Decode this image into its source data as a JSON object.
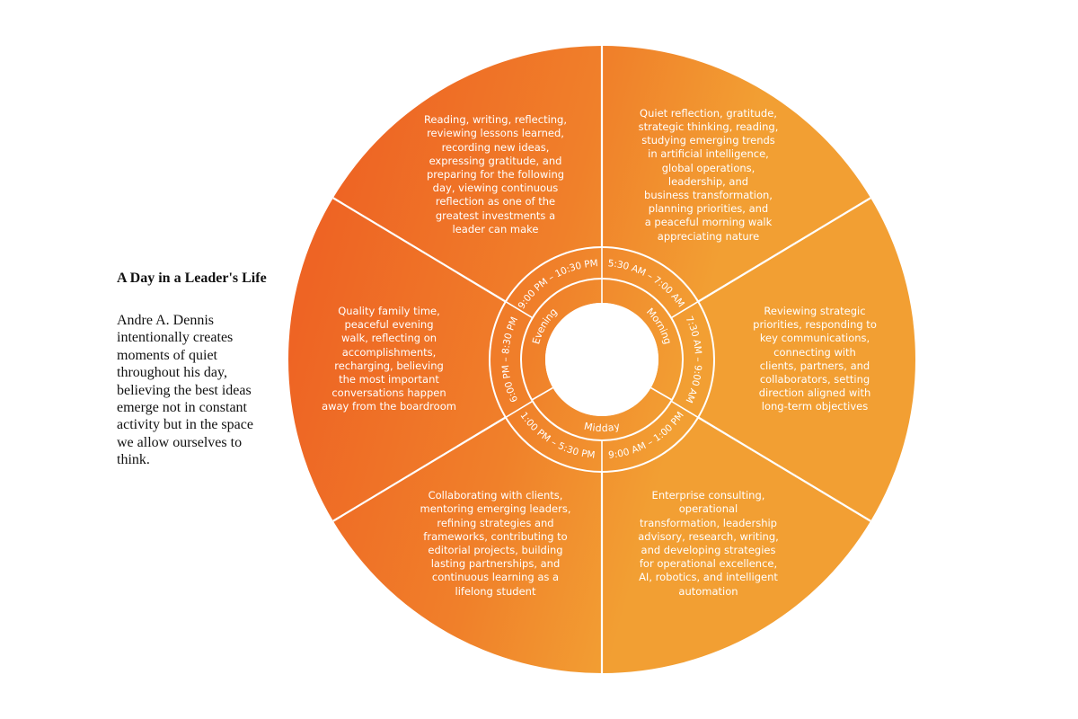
{
  "sidebar": {
    "title": "A Day in a Leader's Life",
    "text": "Andre A. Dennis intentionally creates moments of quiet throughout his day, believing the best ideas emerge not in constant activity but in the space we allow ourselves to think."
  },
  "colors": {
    "orange_light": "#f29f33",
    "orange_mid": "#f0802a",
    "orange_dark": "#ee6424",
    "divider": "#ffffff"
  },
  "phases": [
    {
      "name": "Morning"
    },
    {
      "name": "Midday"
    },
    {
      "name": "Evening"
    }
  ],
  "segments": [
    {
      "time": "5:30 AM – 7:00 AM",
      "text": "Quiet reflection, gratitude,\nstrategic thinking, reading,\nstudying emerging trends\nin artificial intelligence,\nglobal operations,\nleadership, and\nbusiness transformation,\nplanning priorities, and\na peaceful morning walk\nappreciating nature"
    },
    {
      "time": "7:30 AM – 9:00 AM",
      "text": "Reviewing strategic\npriorities, responding to\nkey communications,\nconnecting with\nclients, partners, and\ncollaborators, setting\ndirection aligned with\nlong-term objectives"
    },
    {
      "time": "9:00 AM – 1:00 PM",
      "text": "Enterprise consulting,\noperational\ntransformation, leadership\nadvisory, research, writing,\nand developing strategies\nfor operational excellence,\nAI, robotics, and intelligent\nautomation"
    },
    {
      "time": "1:00 PM – 5:30 PM",
      "text": "Collaborating with clients,\nmentoring emerging leaders,\nrefining strategies and\nframeworks, contributing to\neditorial projects, building\nlasting partnerships, and\ncontinuous learning as a\nlifelong student"
    },
    {
      "time": "6:00 PM – 8:30 PM",
      "text": "Quality family time,\npeaceful evening\nwalk, reflecting on\naccomplishments,\nrecharging, believing\nthe most important\nconversations happen\naway from the boardroom"
    },
    {
      "time": "9:00 PM – 10:30 PM",
      "text": "Reading, writing, reflecting,\nreviewing lessons learned,\nrecording new ideas,\nexpressing gratitude, and\npreparing for the following\nday, viewing continuous\nreflection as one of the\ngreatest investments a\nleader can make"
    }
  ]
}
